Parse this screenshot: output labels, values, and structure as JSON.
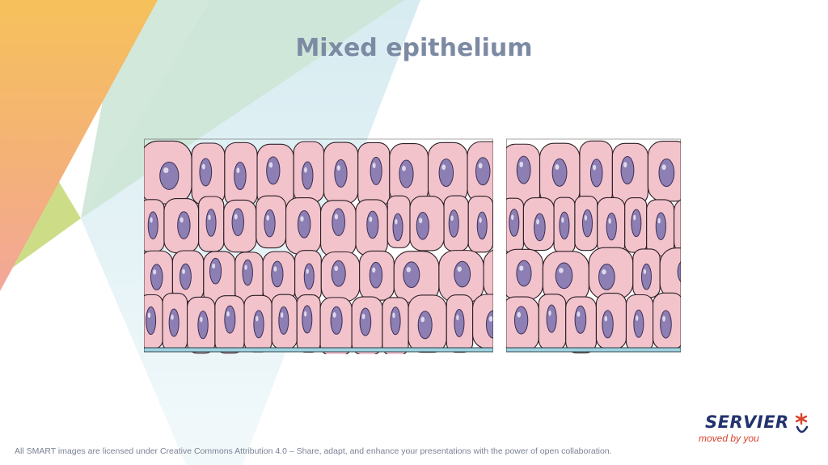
{
  "slide": {
    "title": "Mixed epithelium"
  },
  "footer": {
    "license_text": "All SMART images are licensed under Creative Commons Attribution 4.0 – Share, adapt, and enhance your presentations with the power of open collaboration."
  },
  "logo": {
    "wordmark": "SERVIER",
    "tagline": "moved by you"
  },
  "colors": {
    "title": "#7d8aa3",
    "cell_fill": "#f3c3cc",
    "cell_outline": "#2a1e24",
    "nucleus": "#8d7fb4",
    "basement_membrane": "#9fd3e0",
    "logo_blue": "#23336e",
    "logo_red": "#d9432d"
  },
  "icons": {
    "logo_mark": "orange-asterisk-icon"
  }
}
